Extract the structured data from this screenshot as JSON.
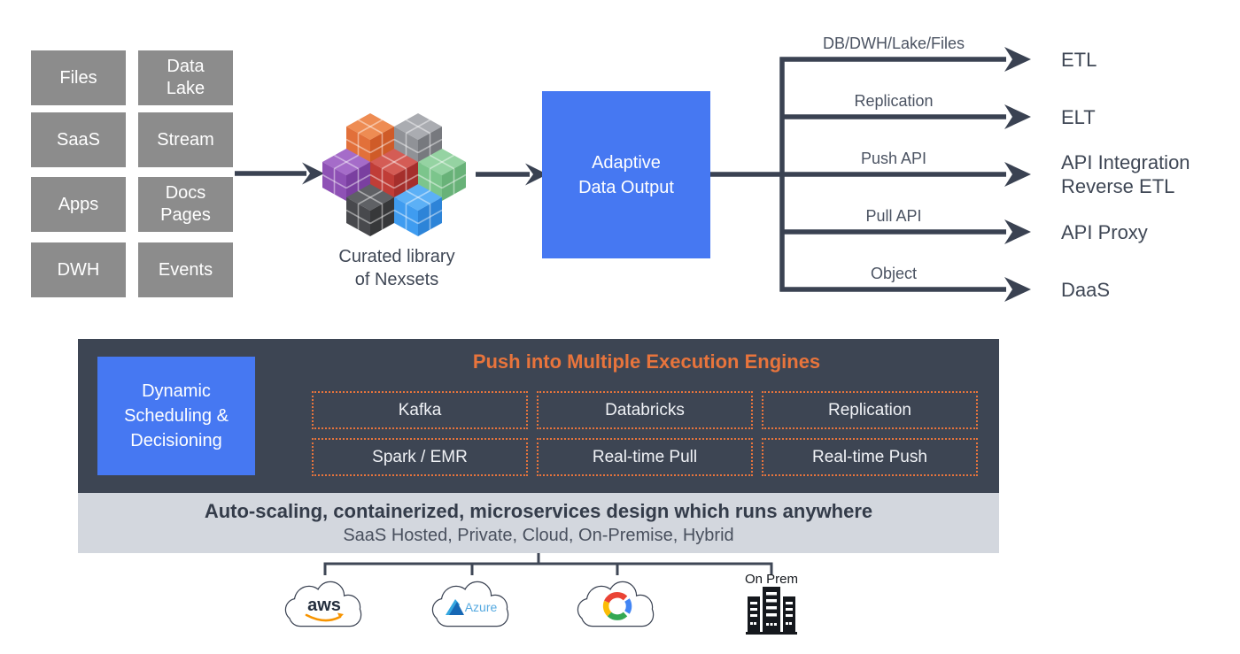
{
  "sources": [
    {
      "label": "Files"
    },
    {
      "label": "Data\nLake"
    },
    {
      "label": "SaaS"
    },
    {
      "label": "Stream"
    },
    {
      "label": "Apps"
    },
    {
      "label": "Docs\nPages"
    },
    {
      "label": "DWH"
    },
    {
      "label": "Events"
    }
  ],
  "nexsets": {
    "caption": "Curated library\nof Nexsets",
    "cubes": [
      {
        "name": "orange-cube",
        "top": "#ee8c53",
        "left": "#e2703a",
        "right": "#cf5b28"
      },
      {
        "name": "gray-cube",
        "top": "#aaacb1",
        "left": "#909297",
        "right": "#77797e"
      },
      {
        "name": "purple-cube",
        "top": "#a56cc9",
        "left": "#8e51b5",
        "right": "#7a3fa0"
      },
      {
        "name": "red-cube",
        "top": "#d45c55",
        "left": "#c03d37",
        "right": "#a52f2c"
      },
      {
        "name": "green-cube",
        "top": "#95d3a2",
        "left": "#7cc58c",
        "right": "#68b278"
      },
      {
        "name": "dark-cube",
        "top": "#5f6165",
        "left": "#48494d",
        "right": "#37383a"
      },
      {
        "name": "blue-cube",
        "top": "#5cb0f6",
        "left": "#3f9cf0",
        "right": "#2d84d8"
      }
    ]
  },
  "adaptive_output": {
    "label": "Adaptive\nData Output"
  },
  "branches": [
    {
      "label": "DB/DWH/Lake/Files",
      "target": "ETL"
    },
    {
      "label": "Replication",
      "target": "ELT"
    },
    {
      "label": "Push API",
      "target": "API Integration\nReverse ETL"
    },
    {
      "label": "Pull API",
      "target": "API Proxy"
    },
    {
      "label": "Object",
      "target": "DaaS"
    }
  ],
  "engine_panel": {
    "title": "Push into Multiple Execution Engines",
    "scheduler_label": "Dynamic\nScheduling &\nDecisioning",
    "engines": [
      {
        "label": "Kafka"
      },
      {
        "label": "Databricks"
      },
      {
        "label": "Replication"
      },
      {
        "label": "Spark / EMR"
      },
      {
        "label": "Real-time Pull"
      },
      {
        "label": "Real-time Push"
      }
    ]
  },
  "infra_bar": {
    "line1": "Auto-scaling, containerized, microservices design which runs anywhere",
    "line2": "SaaS Hosted, Private, Cloud, On-Premise, Hybrid"
  },
  "providers": [
    {
      "name": "aws-cloud-icon",
      "label": "aws"
    },
    {
      "name": "azure-cloud-icon",
      "label": "Azure"
    },
    {
      "name": "google-cloud-icon",
      "label": ""
    },
    {
      "name": "on-prem-icon",
      "label": "On Prem"
    }
  ],
  "colors": {
    "accent_blue": "#4678f2",
    "panel_dark": "#3d4553",
    "source_gray": "#8c8c8c",
    "arrow": "#3a4252",
    "orange": "#e8743c",
    "bar_gray": "#d3d7de",
    "aws_orange": "#f79400",
    "azure_blue": "#2e9fe0",
    "gcp_red": "#ea4335",
    "gcp_yellow": "#fbbc05",
    "gcp_green": "#34a853",
    "gcp_blue": "#4285f4"
  }
}
